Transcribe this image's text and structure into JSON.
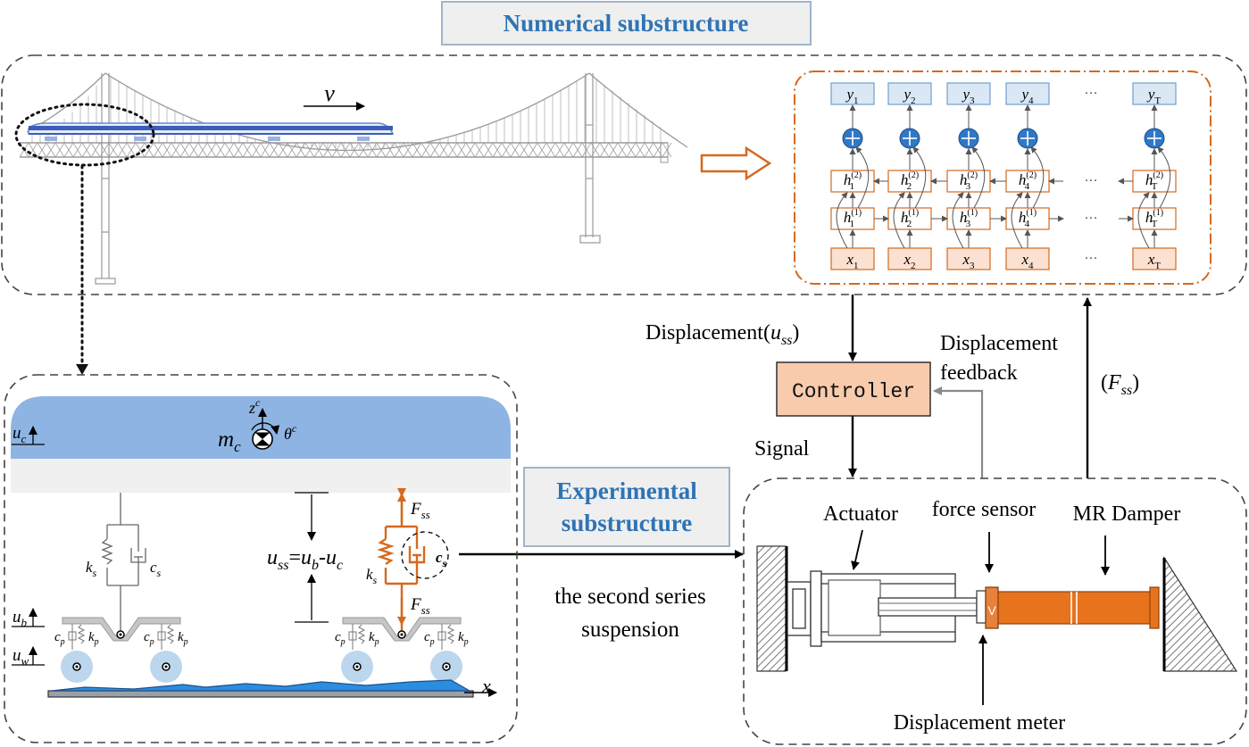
{
  "titles": {
    "numerical": "Numerical substructure",
    "experimental_line1": "Experimental",
    "experimental_line2": "substructure"
  },
  "bridge": {
    "velocity_label": "v"
  },
  "rnn": {
    "outputs": [
      {
        "base": "y",
        "sub": "1"
      },
      {
        "base": "y",
        "sub": "2"
      },
      {
        "base": "y",
        "sub": "3"
      },
      {
        "base": "y",
        "sub": "4"
      },
      {
        "base": "y",
        "sub": "T"
      }
    ],
    "hidden2": [
      {
        "base": "h",
        "sub": "1",
        "sup": "(2)"
      },
      {
        "base": "h",
        "sub": "2",
        "sup": "(2)"
      },
      {
        "base": "h",
        "sub": "3",
        "sup": "(2)"
      },
      {
        "base": "h",
        "sub": "4",
        "sup": "(2)"
      },
      {
        "base": "h",
        "sub": "T",
        "sup": "(2)"
      }
    ],
    "hidden1": [
      {
        "base": "h",
        "sub": "1",
        "sup": "(1)"
      },
      {
        "base": "h",
        "sub": "2",
        "sup": "(1)"
      },
      {
        "base": "h",
        "sub": "3",
        "sup": "(1)"
      },
      {
        "base": "h",
        "sub": "4",
        "sup": "(1)"
      },
      {
        "base": "h",
        "sub": "T",
        "sup": "(1)"
      }
    ],
    "inputs": [
      {
        "base": "x",
        "sub": "1"
      },
      {
        "base": "x",
        "sub": "2"
      },
      {
        "base": "x",
        "sub": "3"
      },
      {
        "base": "x",
        "sub": "4"
      },
      {
        "base": "x",
        "sub": "T"
      }
    ],
    "ellipsis": "···"
  },
  "flow": {
    "displacement_prefix": "Displacement(",
    "displacement_var": "u",
    "displacement_sub": "ss",
    "displacement_suffix": ")",
    "feedback_line1": "Displacement",
    "feedback_line2": "feedback",
    "force_prefix": "(",
    "force_var": "F",
    "force_sub": "ss",
    "force_suffix": ")",
    "controller": "Controller",
    "signal": "Signal",
    "suspension_line1": "the second series",
    "suspension_line2": "suspension"
  },
  "experiment": {
    "actuator": "Actuator",
    "force_sensor": "force sensor",
    "mr_damper": "MR Damper",
    "displacement_meter": "Displacement meter"
  },
  "vehicle": {
    "uc": {
      "base": "u",
      "sub": "c"
    },
    "ub": {
      "base": "u",
      "sub": "b"
    },
    "uw": {
      "base": "u",
      "sub": "w"
    },
    "mc": {
      "base": "m",
      "sub": "c"
    },
    "zc": {
      "base": "z",
      "sup": "c"
    },
    "thetac": {
      "base": "θ",
      "sup": "c"
    },
    "ks": {
      "base": "k",
      "sub": "s"
    },
    "cs": {
      "base": "c",
      "sub": "s"
    },
    "cp": {
      "base": "c",
      "sub": "p"
    },
    "kp": {
      "base": "k",
      "sub": "p"
    },
    "fss": {
      "base": "F",
      "sub": "ss"
    },
    "x_axis": "x",
    "eq_lhs": {
      "base": "u",
      "sub": "ss"
    },
    "eq_mid": {
      "base": "u",
      "sub": "b"
    },
    "eq_rhs": {
      "base": "u",
      "sub": "c"
    },
    "eq_equals": "=",
    "eq_minus": "-"
  },
  "colors": {
    "title_blue": "#2e74b5",
    "orange": "#d5691e",
    "controller_fill": "#f8cbad",
    "rnn_out_fill": "#dae8f5",
    "rnn_out_stroke": "#6f9fd0",
    "rnn_in_fill": "#fbe1d1",
    "plus_fill": "#2f78c6",
    "car_blue": "#8eb4e3",
    "wheel_blue": "#bcd6ee",
    "rail_blue": "#2a8ee0"
  }
}
